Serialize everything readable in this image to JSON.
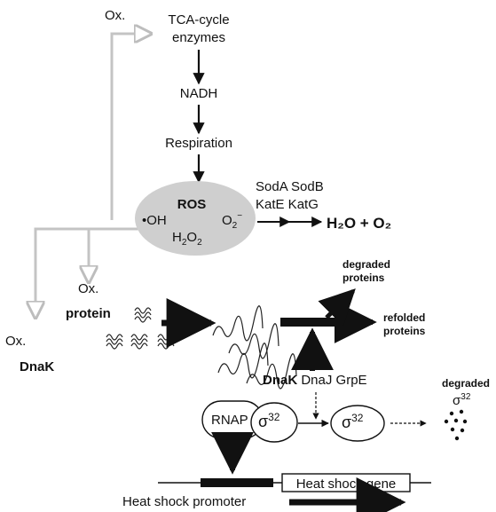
{
  "diagram": {
    "top_oxidation_label": "Ox.",
    "tca_line1": "TCA-cycle",
    "tca_line2": "enzymes",
    "nadh": "NADH",
    "respiration": "Respiration",
    "ros": {
      "title": "ROS",
      "hydroxyl": "•OH",
      "superoxide": "O",
      "superoxide_sub": "2",
      "superoxide_sup": "−",
      "peroxide_h": "H",
      "peroxide_sub1": "2",
      "peroxide_o": "O",
      "peroxide_sub2": "2"
    },
    "enzymes_line1": "SodA SodB",
    "enzymes_line2": "KatE KatG",
    "products": "H₂O + O₂",
    "protein_oxidation_label": "Ox.",
    "protein": "protein",
    "dnak_oxidation_label": "Ox.",
    "dnak_left": "DnaK",
    "degraded_proteins_line1": "degraded",
    "degraded_proteins_line2": "proteins",
    "refolded_line1": "refolded",
    "refolded_line2": "proteins",
    "chaperones": {
      "dnak": "DnaK",
      "dnaj_grpe": "DnaJ GrpE"
    },
    "rnap": "RNAP",
    "sigma": "σ",
    "sigma_sup": "32",
    "degraded_sigma_label": "degraded",
    "heat_shock_gene": "Heat shock gene",
    "heat_shock_promoter": "Heat shock promoter",
    "colors": {
      "ink": "#111111",
      "ros_fill": "#cfcfcf",
      "oxidation_arrow": "#bdbdbd"
    }
  }
}
